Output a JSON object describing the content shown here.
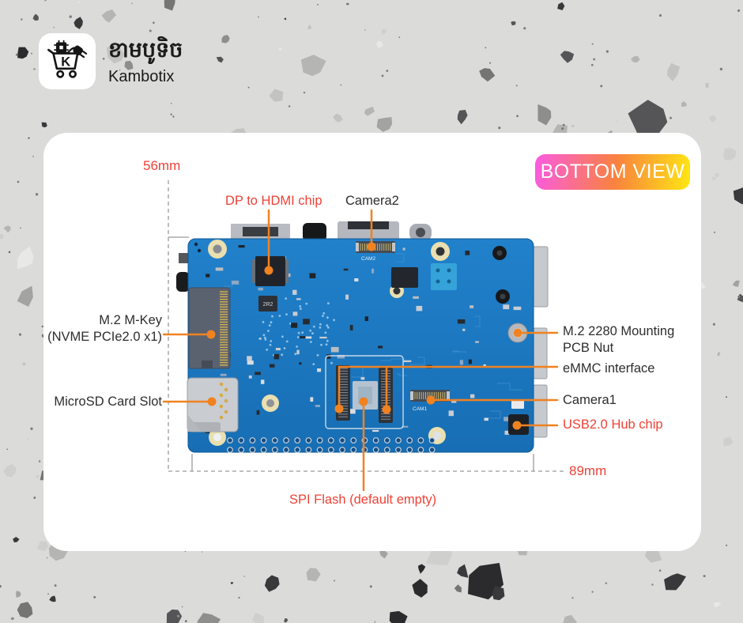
{
  "brand": {
    "khmer": "ខាមបូទិច",
    "name": "Kambotix",
    "cart_letter": "K"
  },
  "badge": {
    "label": "BOTTOM VIEW"
  },
  "dimensions": {
    "height_label": "56mm",
    "width_label": "89mm"
  },
  "labels": {
    "dp_hdmi": "DP to HDMI chip",
    "camera2": "Camera2",
    "m2_key_line1": "M.2 M-Key",
    "m2_key_line2": "(NVME PCIe2.0 x1)",
    "microsd": "MicroSD Card Slot",
    "nut_line1": "M.2 2280 Mounting",
    "nut_line2": "PCB Nut",
    "emmc": "eMMC interface",
    "camera1": "Camera1",
    "usb_hub": "USB2.0 Hub chip",
    "spi_flash": "SPI Flash (default empty)"
  },
  "board_silkscreen": {
    "cam1": "CAM1",
    "cam2": "CAM2",
    "inductor": "2R2"
  },
  "colors": {
    "label_red": "#ee4136",
    "leader_orange": "#f08221",
    "board_blue": "#1d79c1",
    "badge_gradient_left": "#fa5be1",
    "badge_gradient_mid": "#f9823f",
    "badge_gradient_right": "#ffe712"
  }
}
